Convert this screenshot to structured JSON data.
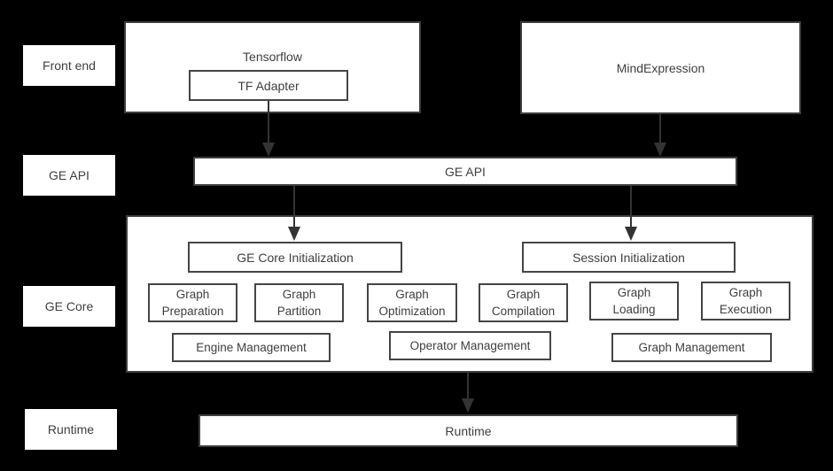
{
  "colors": {
    "background": "#000000",
    "box_fill": "#ffffff",
    "box_border": "#3d3d3d",
    "text": "#3f3f3f",
    "arrow": "#333333"
  },
  "side_labels": {
    "front_end": "Front end",
    "ge_api": "GE API",
    "ge_core": "GE Core",
    "runtime": "Runtime"
  },
  "front_end_layer": {
    "tensorflow_label": "Tensorflow",
    "tf_adapter_label": "TF Adapter",
    "mind_expression_label": "MindExpression"
  },
  "ge_api_layer": {
    "bar_label": "GE API"
  },
  "ge_core_layer": {
    "ge_core_init_label": "GE Core Initialization",
    "session_init_label": "Session Initialization",
    "modules": [
      {
        "line1": "Graph",
        "line2": "Preparation"
      },
      {
        "line1": "Graph",
        "line2": "Partition"
      },
      {
        "line1": "Graph",
        "line2": "Optimization"
      },
      {
        "line1": "Graph",
        "line2": "Compilation"
      },
      {
        "line1": "Graph",
        "line2": "Loading"
      },
      {
        "line1": "Graph",
        "line2": "Execution"
      }
    ],
    "managers": [
      "Engine Management",
      "Operator Management",
      "Graph Management"
    ]
  },
  "runtime_layer": {
    "bar_label": "Runtime"
  }
}
